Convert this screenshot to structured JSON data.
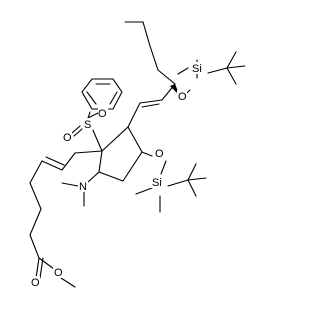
{
  "molecule": {
    "atoms": {
      "si_top": "Si",
      "o_top": "O",
      "o_sulfonyl_a": "O",
      "o_sulfonyl_b": "O",
      "s_sulfonyl": "S",
      "o_ring": "O",
      "si_bottom": "Si",
      "n_amine": "N",
      "o_ester_carbonyl": "O",
      "o_ester": "O"
    }
  }
}
